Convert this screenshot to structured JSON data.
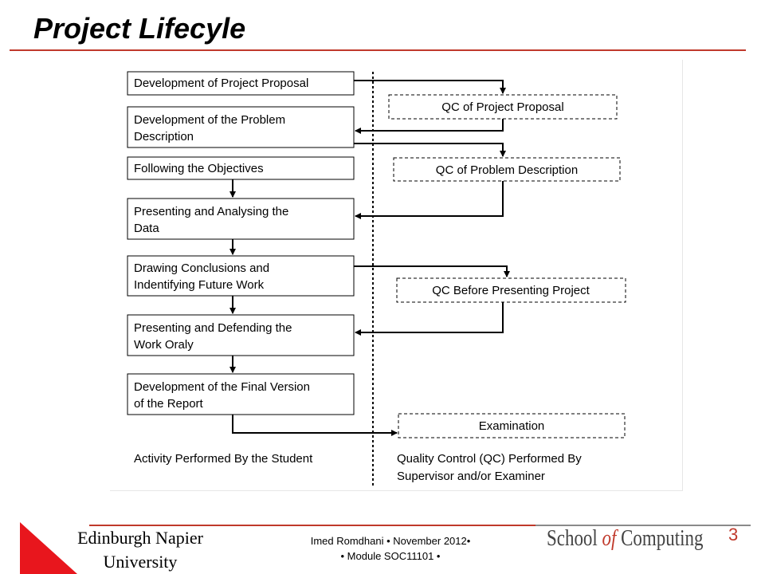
{
  "slide": {
    "title": "Project Lifecyle",
    "page_number": "3"
  },
  "diagram": {
    "student_activities": [
      [
        "Development of Project Proposal"
      ],
      [
        "Development of the Problem",
        "Description"
      ],
      [
        "Following the Objectives"
      ],
      [
        "Presenting and Analysing the",
        "Data"
      ],
      [
        "Drawing Conclusions and",
        "Indentifying Future Work"
      ],
      [
        "Presenting and Defending the",
        "Work Oraly"
      ],
      [
        "Development of the Final Version",
        "of the Report"
      ]
    ],
    "quality_controls": [
      "QC of Project Proposal",
      "QC of Problem Description",
      "QC Before Presenting Project",
      "Examination"
    ],
    "left_caption": "Activity Performed By the Student",
    "right_caption": [
      "Quality Control (QC) Performed By",
      "Supervisor and/or Examiner"
    ]
  },
  "footer": {
    "university": [
      "Edinburgh Napier",
      "University"
    ],
    "author_line": "Imed Romdhani • November 2012•",
    "module_line": "• Module SOC11101 •",
    "school_pre": "School",
    "school_of": "of",
    "school_post": "Computing"
  },
  "colors": {
    "accent": "#c0392b",
    "grey_rule": "#8a8a8a"
  }
}
